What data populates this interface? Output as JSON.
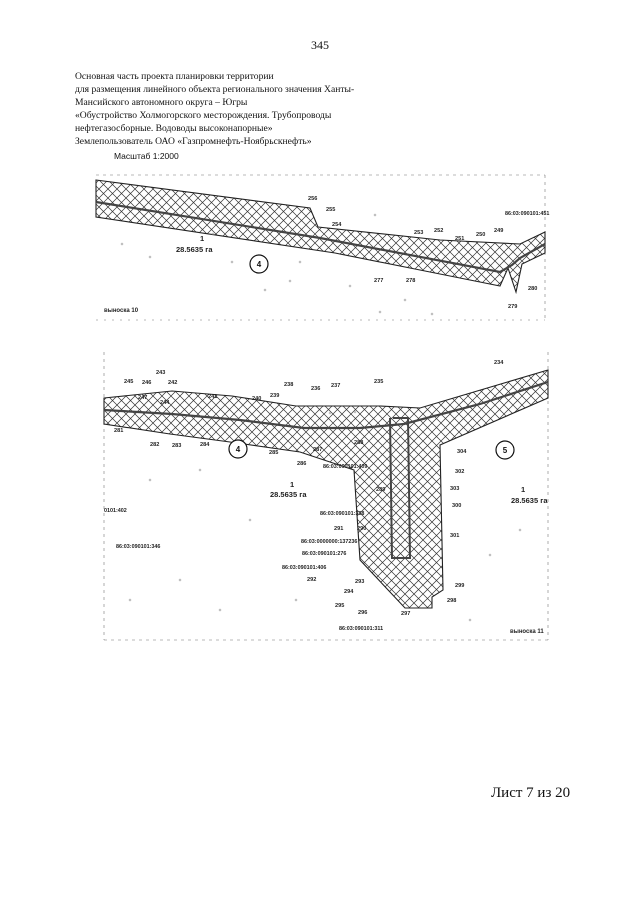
{
  "page_number": "345",
  "header_lines": [
    "Основная часть проекта планировки территории",
    "для размещения линейного объекта регионального значения Ханты-",
    "Мансийского автономного округа – Югры",
    "«Обустройство Холмогорского месторождения. Трубопроводы",
    "нефтегазосборные. Водоводы высоконапорные»",
    "Землепользователь ОАО «Газпромнефть-Ноябрьскнефть»"
  ],
  "scale_text": "Масштаб 1:2000",
  "sheet_text": "Лист 7 из 20",
  "top_map": {
    "points": [
      "256",
      "255",
      "254",
      "253",
      "252",
      "251",
      "250",
      "249",
      "277",
      "278",
      "280",
      "279"
    ],
    "cadastral": "86:03:090101:451",
    "parcel_number": "1",
    "parcel_area": "28.5635 га",
    "circle": "4",
    "callout": "выноска 10"
  },
  "bottom_map": {
    "points_left": [
      "245",
      "246",
      "243",
      "242",
      "247",
      "244",
      "241",
      "240",
      "239",
      "238",
      "236",
      "237",
      "235"
    ],
    "points_mid": [
      "281",
      "282",
      "283",
      "284",
      "285",
      "286",
      "287",
      "288",
      "289",
      "291",
      "290",
      "292",
      "293",
      "294",
      "295",
      "296",
      "297"
    ],
    "points_right": [
      "234",
      "304",
      "302",
      "303",
      "300",
      "301",
      "299",
      "298"
    ],
    "cadastral": [
      "86:03:090101:409",
      "86:03:090101:338",
      "86:03:0000000:137236",
      "86:03:090101:276",
      "86:03:090101:406",
      "86:03:090101:346",
      "86:03:090101:311",
      "0101:402"
    ],
    "parcel_left": {
      "number": "1",
      "area": "28.5635 га"
    },
    "parcel_right": {
      "number": "1",
      "area": "28.5635 га"
    },
    "circles": [
      "4",
      "5"
    ],
    "callout": "выноска 11"
  }
}
